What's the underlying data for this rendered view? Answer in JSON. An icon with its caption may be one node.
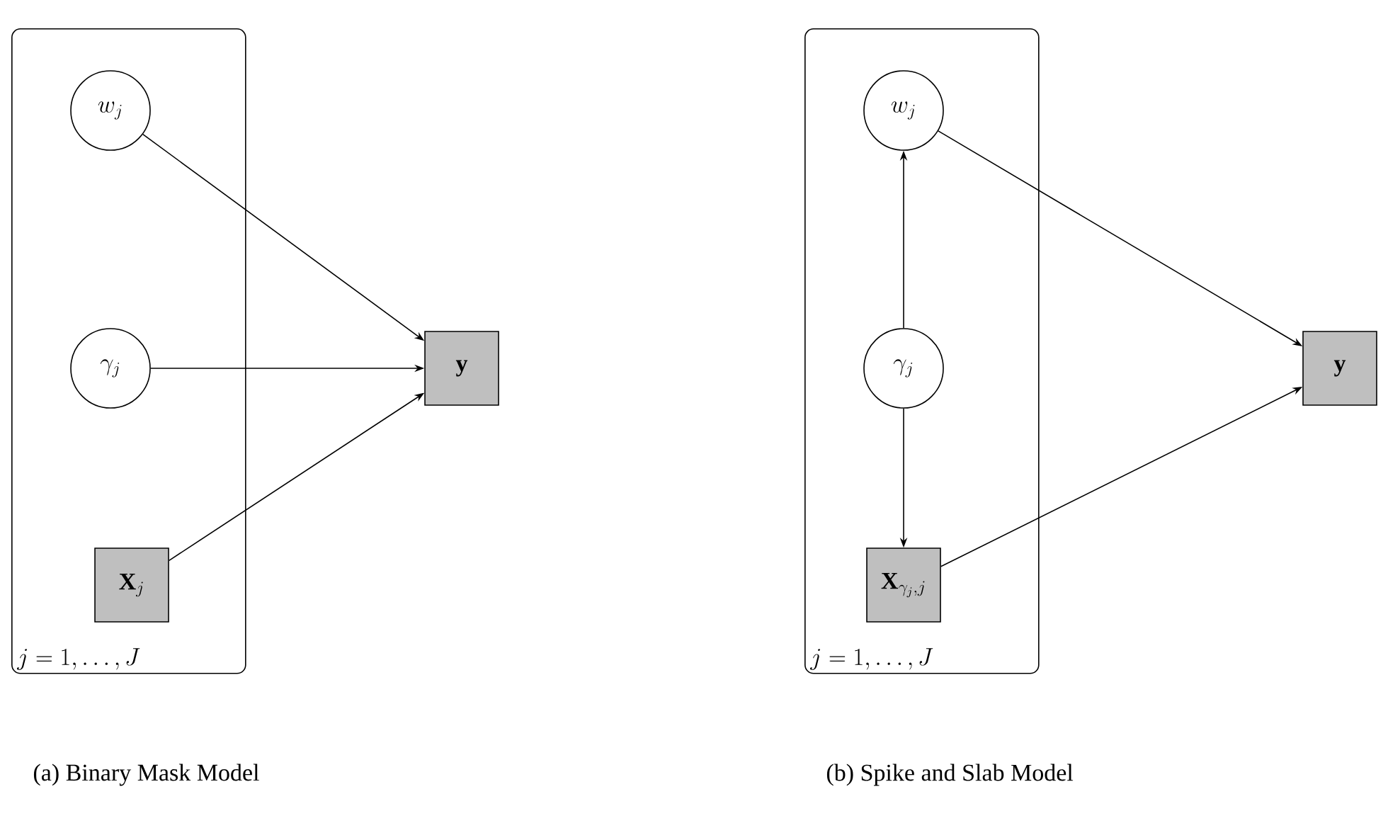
{
  "diagram": {
    "nodes": [
      {
        "text": [
          "j=1,\\ldots,J"
        ]
      },
      {
        "text": [
          "w_j"
        ],
        "in": 0
      },
      {
        "text": [
          "\\gamma_j"
        ],
        "in": 0
      },
      {
        "text": [
          "\\mathbf{X}_j"
        ],
        "in": 0
      },
      {
        "text": [
          "\\mathbf{y}"
        ]
      },
      {
        "text": [
          "j=1,\\ldots,J"
        ]
      },
      {
        "text": [
          "w_j"
        ],
        "in": 5
      },
      {
        "text": [
          "\\gamma_j"
        ],
        "in": 5
      },
      {
        "text": [
          "\\mathbf{X}_{\\gamma_j,j}"
        ],
        "in": 5
      },
      {
        "text": [
          "\\mathbf{y}"
        ]
      }
    ],
    "edges": [
      {
        "from": 1,
        "to": 4,
        "arrow": "to"
      },
      {
        "from": 2,
        "to": 4,
        "arrow": "to"
      },
      {
        "from": 3,
        "to": 4,
        "arrow": "to"
      },
      {
        "from": 7,
        "to": 6,
        "arrow": "to"
      },
      {
        "from": 7,
        "to": 8,
        "arrow": "to"
      },
      {
        "from": 6,
        "to": 9,
        "arrow": "to"
      },
      {
        "from": 8,
        "to": 9,
        "arrow": "to"
      }
    ],
    "labels": [
      "(a) Binary Mask Model",
      "(b) Spike and Slab Model"
    ]
  }
}
